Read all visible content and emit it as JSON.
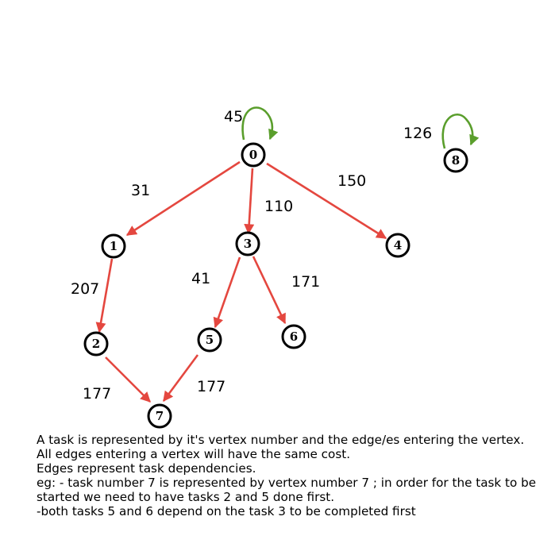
{
  "colors": {
    "dependency_edge": "#e4473f",
    "self_loop": "#5a9e2c",
    "node_stroke": "#000000"
  },
  "nodes": [
    {
      "id": "0",
      "label": "0"
    },
    {
      "id": "1",
      "label": "1"
    },
    {
      "id": "2",
      "label": "2"
    },
    {
      "id": "3",
      "label": "3"
    },
    {
      "id": "4",
      "label": "4"
    },
    {
      "id": "5",
      "label": "5"
    },
    {
      "id": "6",
      "label": "6"
    },
    {
      "id": "7",
      "label": "7"
    },
    {
      "id": "8",
      "label": "8"
    }
  ],
  "edges": [
    {
      "id": "e0-0",
      "from": "0",
      "to": "0",
      "kind": "self_loop"
    },
    {
      "id": "e0-1",
      "from": "0",
      "to": "1",
      "kind": "dependency"
    },
    {
      "id": "e0-3",
      "from": "0",
      "to": "3",
      "kind": "dependency"
    },
    {
      "id": "e0-4",
      "from": "0",
      "to": "4",
      "kind": "dependency"
    },
    {
      "id": "e1-2",
      "from": "1",
      "to": "2",
      "kind": "dependency"
    },
    {
      "id": "e3-5",
      "from": "3",
      "to": "5",
      "kind": "dependency"
    },
    {
      "id": "e3-6",
      "from": "3",
      "to": "6",
      "kind": "dependency"
    },
    {
      "id": "e2-7",
      "from": "2",
      "to": "7",
      "kind": "dependency"
    },
    {
      "id": "e5-7",
      "from": "5",
      "to": "7",
      "kind": "dependency"
    },
    {
      "id": "e8-8",
      "from": "8",
      "to": "8",
      "kind": "self_loop"
    }
  ],
  "weights": {
    "w0": "45",
    "w1": "31",
    "w2": "207",
    "w3": "110",
    "w4": "150",
    "w5": "41",
    "w6": "171",
    "w7a": "177",
    "w7b": "177",
    "w8": "126"
  },
  "notes": [
    "A task is represented by it's vertex number and the edge/es entering the vertex.",
    "All edges entering a vertex will have the same cost.",
    "Edges represent task dependencies.",
    "eg: - task number 7 is represented by vertex number 7 ; in order for the task to be started we need to have tasks 2 and 5 done first.",
    "-both tasks 5 and 6 depend on the task 3 to be completed first"
  ]
}
